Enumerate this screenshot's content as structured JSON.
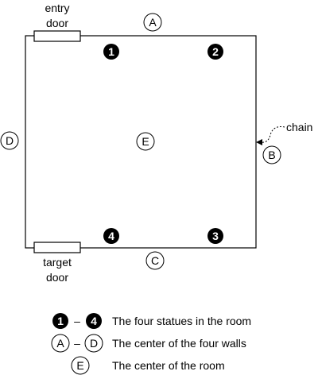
{
  "entry_door": {
    "label_line1": "entry",
    "label_line2": "door"
  },
  "target_door": {
    "label_line1": "target",
    "label_line2": "door"
  },
  "chain_label": "chain",
  "walls": {
    "a": "A",
    "b": "B",
    "c": "C",
    "d": "D"
  },
  "room_center": "E",
  "statues": {
    "s1": "1",
    "s2": "2",
    "s3": "3",
    "s4": "4"
  },
  "legend": {
    "statues": {
      "from": "1",
      "to": "4",
      "dash": "–",
      "text": "The four statues in the room"
    },
    "walls": {
      "from": "A",
      "to": "D",
      "dash": "–",
      "text": "The center of the four walls"
    },
    "center": {
      "symbol": "E",
      "text": "The center of the room"
    }
  },
  "colors": {
    "line": "#000000",
    "statue_fill": "#000000",
    "background": "#ffffff"
  }
}
